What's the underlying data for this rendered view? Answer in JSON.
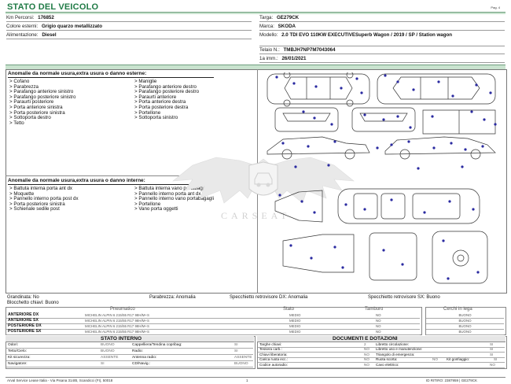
{
  "header": {
    "title": "STATO DEL VEICOLO",
    "page_tag": "Pag. 4"
  },
  "vehicle_left": [
    {
      "label": "Km Percorsi:",
      "value": "176852"
    },
    {
      "label": "Colore esterni:",
      "value": "Grigio quarzo metallizzato"
    },
    {
      "label": "Alimentazione:",
      "value": "Diesel"
    }
  ],
  "vehicle_right": [
    {
      "label": "Targa:",
      "value": "GE279CK"
    },
    {
      "label": "Marca:",
      "value": "SKODA"
    },
    {
      "label": "Modello:",
      "value": "2.0 TDI EVO 110KW EXECUTIVESuperb Wagon / 2019 / SP / Station wagon"
    },
    {
      "label": "Telaio N.:",
      "value": "TMBJH7NP7M7043064"
    },
    {
      "label": "1a imm.:",
      "value": "26/01/2021"
    }
  ],
  "external": {
    "heading": "Anomalie da normale usura,extra usura o danno esterne:",
    "left_items": [
      "Cofano",
      "Parabrezza",
      "Parafango anteriore sinistro",
      "Parafango posteriore sinistro",
      "Paraurti posteriore",
      "Porta anteriore sinistra",
      "Porta posteriore sinistra",
      "Sottoporta destro",
      "Tetto"
    ],
    "right_items": [
      "Maniglie",
      "Parafango anteriore destro",
      "Parafango posteriore destro",
      "Paraurti anteriore",
      "Porta anteriore destra",
      "Porta posteriore destra",
      "Portellone",
      "Sottoporta sinistro"
    ]
  },
  "internal": {
    "heading": "Anomalie da normale usura,extra usura o danno interne:",
    "left_items": [
      "Battuta interna porta ant dx",
      "Moquette",
      "Pannello interno porta post dx",
      "Porta posteriore sinistra",
      "Schienale sedile post"
    ],
    "right_items": [
      "Battuta interna vano portabagagli",
      "Pannello interno porta ant dx",
      "Pannello interno vano portabagagli",
      "Portellone",
      "Vano porta oggetti"
    ]
  },
  "watermark": {
    "text": "CARSEAT"
  },
  "checks_line1": {
    "grandinata": "Grandinata: No",
    "blocchetto": "Blocchetto chiavi: Buono"
  },
  "checks_line2": [
    "Parabrezza: Anomalia",
    "Specchietto retrovisore DX: Anomalia",
    "Specchietto retrovisore SX: Buono"
  ],
  "tyres": {
    "headers": [
      "Pneumatico",
      "Stato",
      "Tamburo",
      "Cerchi in lega"
    ],
    "rows": [
      {
        "pos": "ANTERIORE DX",
        "tyre": "MICHELIN ALPIN 6 215/55 R17 98H/M+S",
        "stato": "MEDIO",
        "tamburo": "NO",
        "lega": "BUONO"
      },
      {
        "pos": "ANTERIORE SX",
        "tyre": "MICHELIN ALPIN 6 215/55 R17 98H/M+S",
        "stato": "MEDIO",
        "tamburo": "NO",
        "lega": "BUONO"
      },
      {
        "pos": "POSTERIORE DX",
        "tyre": "MICHELIN ALPIN 6 215/55 R17 98H/M+S",
        "stato": "MEDIO",
        "tamburo": "NO",
        "lega": "BUONO"
      },
      {
        "pos": "POSTERIORE SX",
        "tyre": "MICHELIN ALPIN 6 215/55 R17 98H/M+S",
        "stato": "MEDIO",
        "tamburo": "NO",
        "lega": "BUONO"
      }
    ]
  },
  "interior_state": {
    "heading": "STATO INTERNO",
    "rows": [
      [
        "Odori:",
        "BUONO",
        "Cappelliera/Tendina copribag:",
        "SI"
      ],
      [
        "Tetto/Cielo:",
        "BUONO",
        "Radio:",
        "SI"
      ],
      [
        "Kit sicurezza:",
        "ASSENTE",
        "Antenna radio:",
        "ASSENTE"
      ],
      [
        "Navigatore:",
        "SI",
        "CD/Navig.:",
        "BUONO"
      ]
    ]
  },
  "documents": {
    "heading": "DOCUMENTI E DOTAZIONI",
    "rows": [
      [
        "Targhe chiavi:",
        "2",
        "Libretto circolazione:",
        "SI"
      ],
      [
        "Tessera carb.:",
        "NO",
        "Libretto uso e manutenzione:",
        "SI"
      ],
      [
        "Chiavi liberatoria:",
        "NO",
        "Triangolo di emergenza:",
        "SI"
      ],
      [
        "Carica ruota ecc.:",
        "NO",
        "Ruota scorta:",
        "NO",
        "Kit gonfiaggio:",
        "SI"
      ],
      [
        "Codice autoradio:",
        "NO",
        "Cavo elettrico:",
        "NO"
      ]
    ]
  },
  "footer": {
    "left": "Arval Service Lease Italia - Via Pisana 314/B, Scandicci (FI), 50018",
    "center": "1",
    "right": "ID RITIRO: 2387959 | GE279CK"
  },
  "colors": {
    "title_green": "#1f7a45",
    "bar_green": "#c9e3cf",
    "dot_blue": "#2a2aa0"
  }
}
